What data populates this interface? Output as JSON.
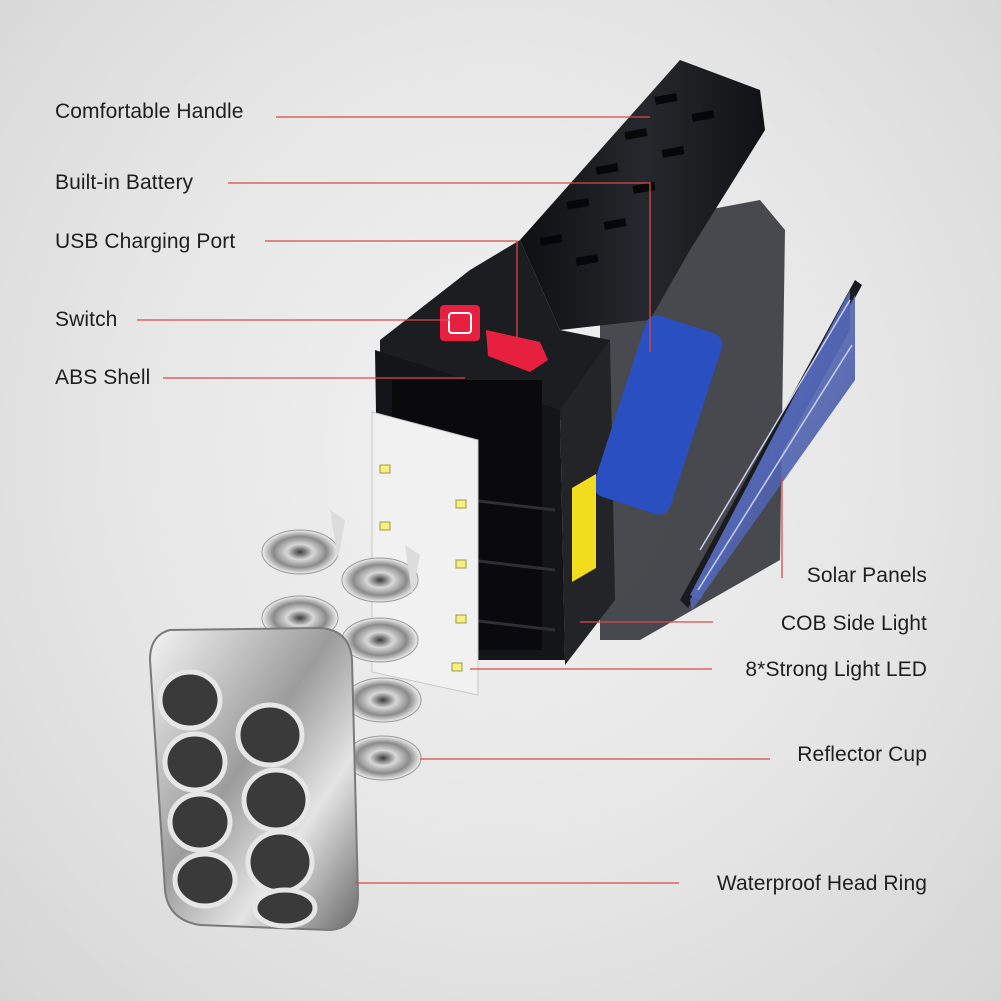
{
  "labels": {
    "handle": "Comfortable Handle",
    "battery": "Built-in Battery",
    "usb": "USB Charging Port",
    "switch": "Switch",
    "shell": "ABS Shell",
    "solar": "Solar Panels",
    "cob": "COB Side Light",
    "led": "8*Strong Light LED",
    "reflector": "Reflector Cup",
    "head_ring": "Waterproof Head Ring"
  },
  "colors": {
    "leader_line": "#d84a4a",
    "body": "#17181b",
    "switch_button": "#e8203f",
    "cob_light": "#f2dc1e",
    "solar_cell": "#4a5fae",
    "battery": "#2a4fc0"
  }
}
